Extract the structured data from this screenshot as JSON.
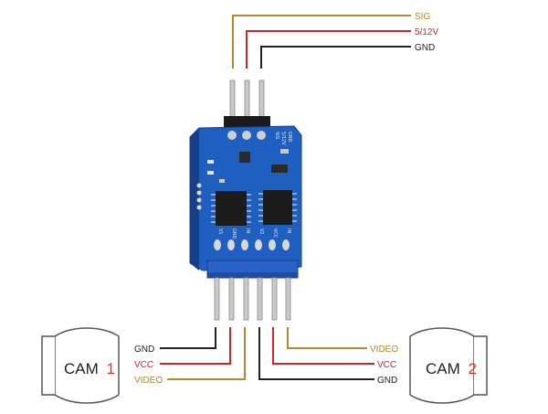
{
  "colors": {
    "sig": "#b8862f",
    "power": "#c8282c",
    "ground": "#222222",
    "cam_number": "#d43a2c",
    "pcb": "#1f5fbf",
    "header_blue": "#2a62c9"
  },
  "input_wires": {
    "sig": "SIG",
    "power": "5/12V",
    "gnd": "GND"
  },
  "board": {
    "top_pin_labels": [
      "GND",
      "5/12V",
      "SIG"
    ],
    "bottom_pin_labels": [
      "V1",
      "GND",
      "IN",
      "V2",
      "VCC",
      "IN"
    ]
  },
  "cam1": {
    "name": "CAM",
    "number": "1",
    "wires": {
      "gnd": "GND",
      "vcc": "VCC",
      "video": "VIDEO"
    }
  },
  "cam2": {
    "name": "CAM",
    "number": "2",
    "wires": {
      "video": "VIDEO",
      "vcc": "VCC",
      "gnd": "GND"
    }
  }
}
